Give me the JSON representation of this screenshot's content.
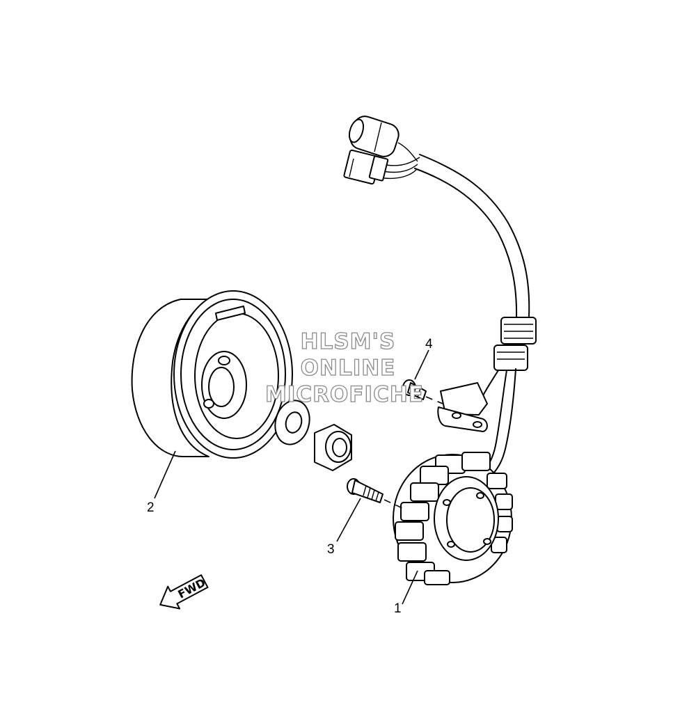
{
  "diagram": {
    "callouts": [
      {
        "id": "1",
        "label": "1"
      },
      {
        "id": "2",
        "label": "2"
      },
      {
        "id": "3",
        "label": "3"
      },
      {
        "id": "4",
        "label": "4"
      }
    ],
    "watermark": [
      "HLSM'S",
      "ONLINE",
      "MICROFICHE"
    ],
    "direction_arrow": {
      "label": "FWD",
      "icon": "fwd-arrow-icon"
    }
  }
}
